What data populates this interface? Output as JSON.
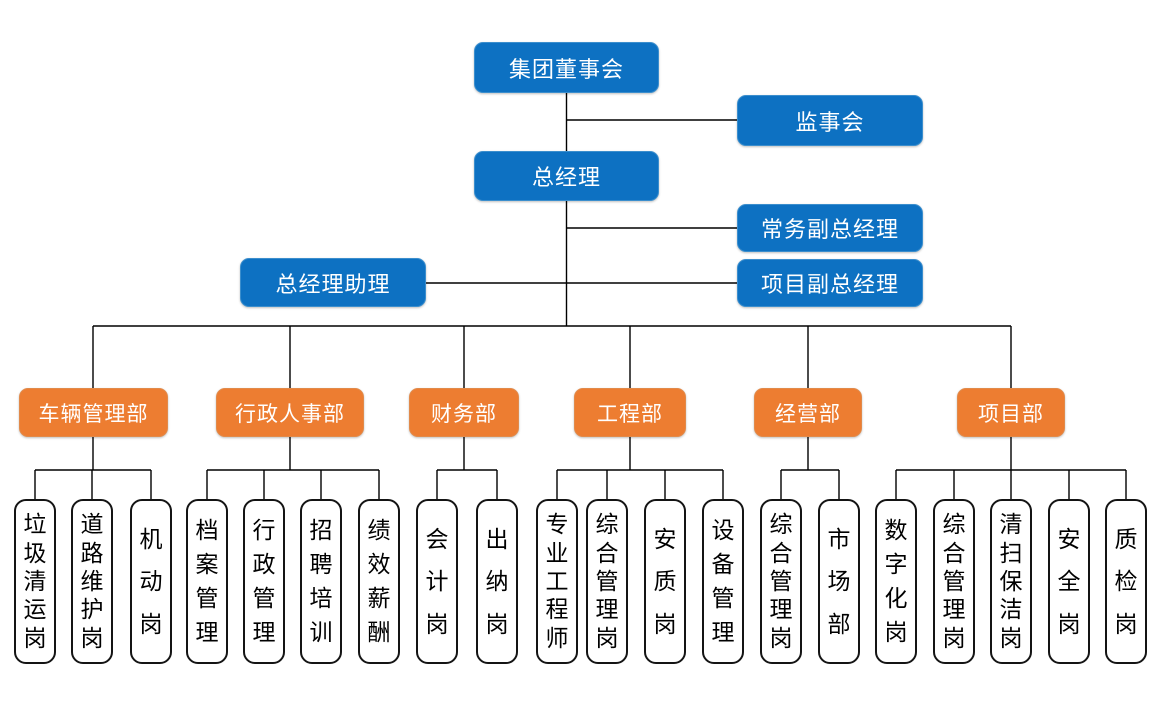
{
  "org": {
    "board": {
      "label": "集团董事会"
    },
    "supervisory": {
      "label": "监事会"
    },
    "general_manager": {
      "label": "总经理"
    },
    "executive_deputy_gm": {
      "label": "常务副总经理"
    },
    "gm_assistant": {
      "label": "总经理助理"
    },
    "project_deputy_gm": {
      "label": "项目副总经理"
    },
    "departments": [
      {
        "label": "车辆管理部",
        "positions": [
          "垃圾清运岗",
          "道路维护岗",
          "机动岗"
        ]
      },
      {
        "label": "行政人事部",
        "positions": [
          "档案管理",
          "行政管理",
          "招聘培训",
          "绩效薪酬"
        ]
      },
      {
        "label": "财务部",
        "positions": [
          "会计岗",
          "出纳岗"
        ]
      },
      {
        "label": "工程部",
        "positions": [
          "专业工程师",
          "综合管理岗",
          "安质岗",
          "设备管理"
        ]
      },
      {
        "label": "经营部",
        "positions": [
          "综合管理岗",
          "市场部"
        ]
      },
      {
        "label": "项目部",
        "positions": [
          "数字化岗",
          "综合管理岗",
          "清扫保洁岗",
          "安全岗",
          "质检岗"
        ]
      }
    ]
  },
  "colors": {
    "executive_box": "#0d71c2",
    "department_box": "#ed7d31",
    "position_box_bg": "#ffffff",
    "position_box_border": "#141414",
    "connector_line": "#000000",
    "text_on_color": "#ffffff"
  }
}
